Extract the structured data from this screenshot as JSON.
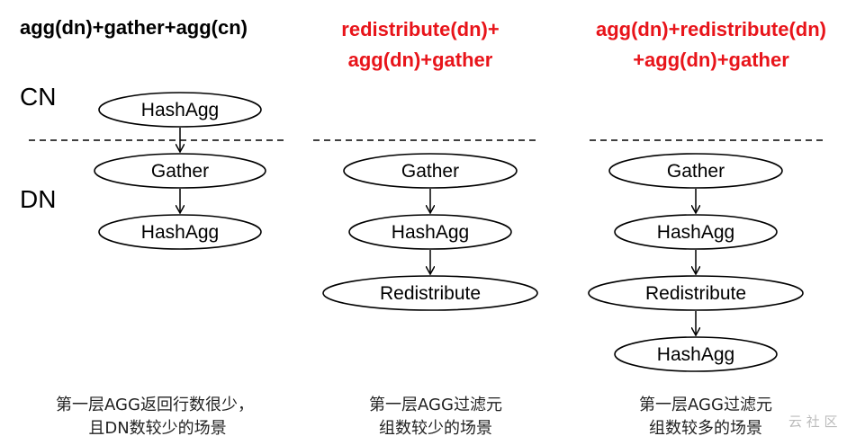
{
  "colors": {
    "title_left": "#000000",
    "title_red": "#e8141a"
  },
  "side_labels": {
    "cn": "CN",
    "dn": "DN"
  },
  "columns": [
    {
      "title_lines": [
        "agg(dn)+gather+agg(cn)"
      ],
      "nodes": [
        "HashAgg",
        "Gather",
        "HashAgg"
      ],
      "caption_lines": [
        "第一层AGG返回行数很少，",
        "且DN数较少的场景"
      ]
    },
    {
      "title_lines": [
        "redistribute(dn)+",
        "agg(dn)+gather"
      ],
      "nodes": [
        "Gather",
        "HashAgg",
        "Redistribute"
      ],
      "caption_lines": [
        "第一层AGG过滤元",
        "组数较少的场景"
      ]
    },
    {
      "title_lines": [
        "agg(dn)+redistribute(dn)",
        "+agg(dn)+gather"
      ],
      "nodes": [
        "Gather",
        "HashAgg",
        "Redistribute",
        "HashAgg"
      ],
      "caption_lines": [
        "第一层AGG过滤元",
        "组数较多的场景"
      ]
    }
  ],
  "watermark": "云 社 区"
}
